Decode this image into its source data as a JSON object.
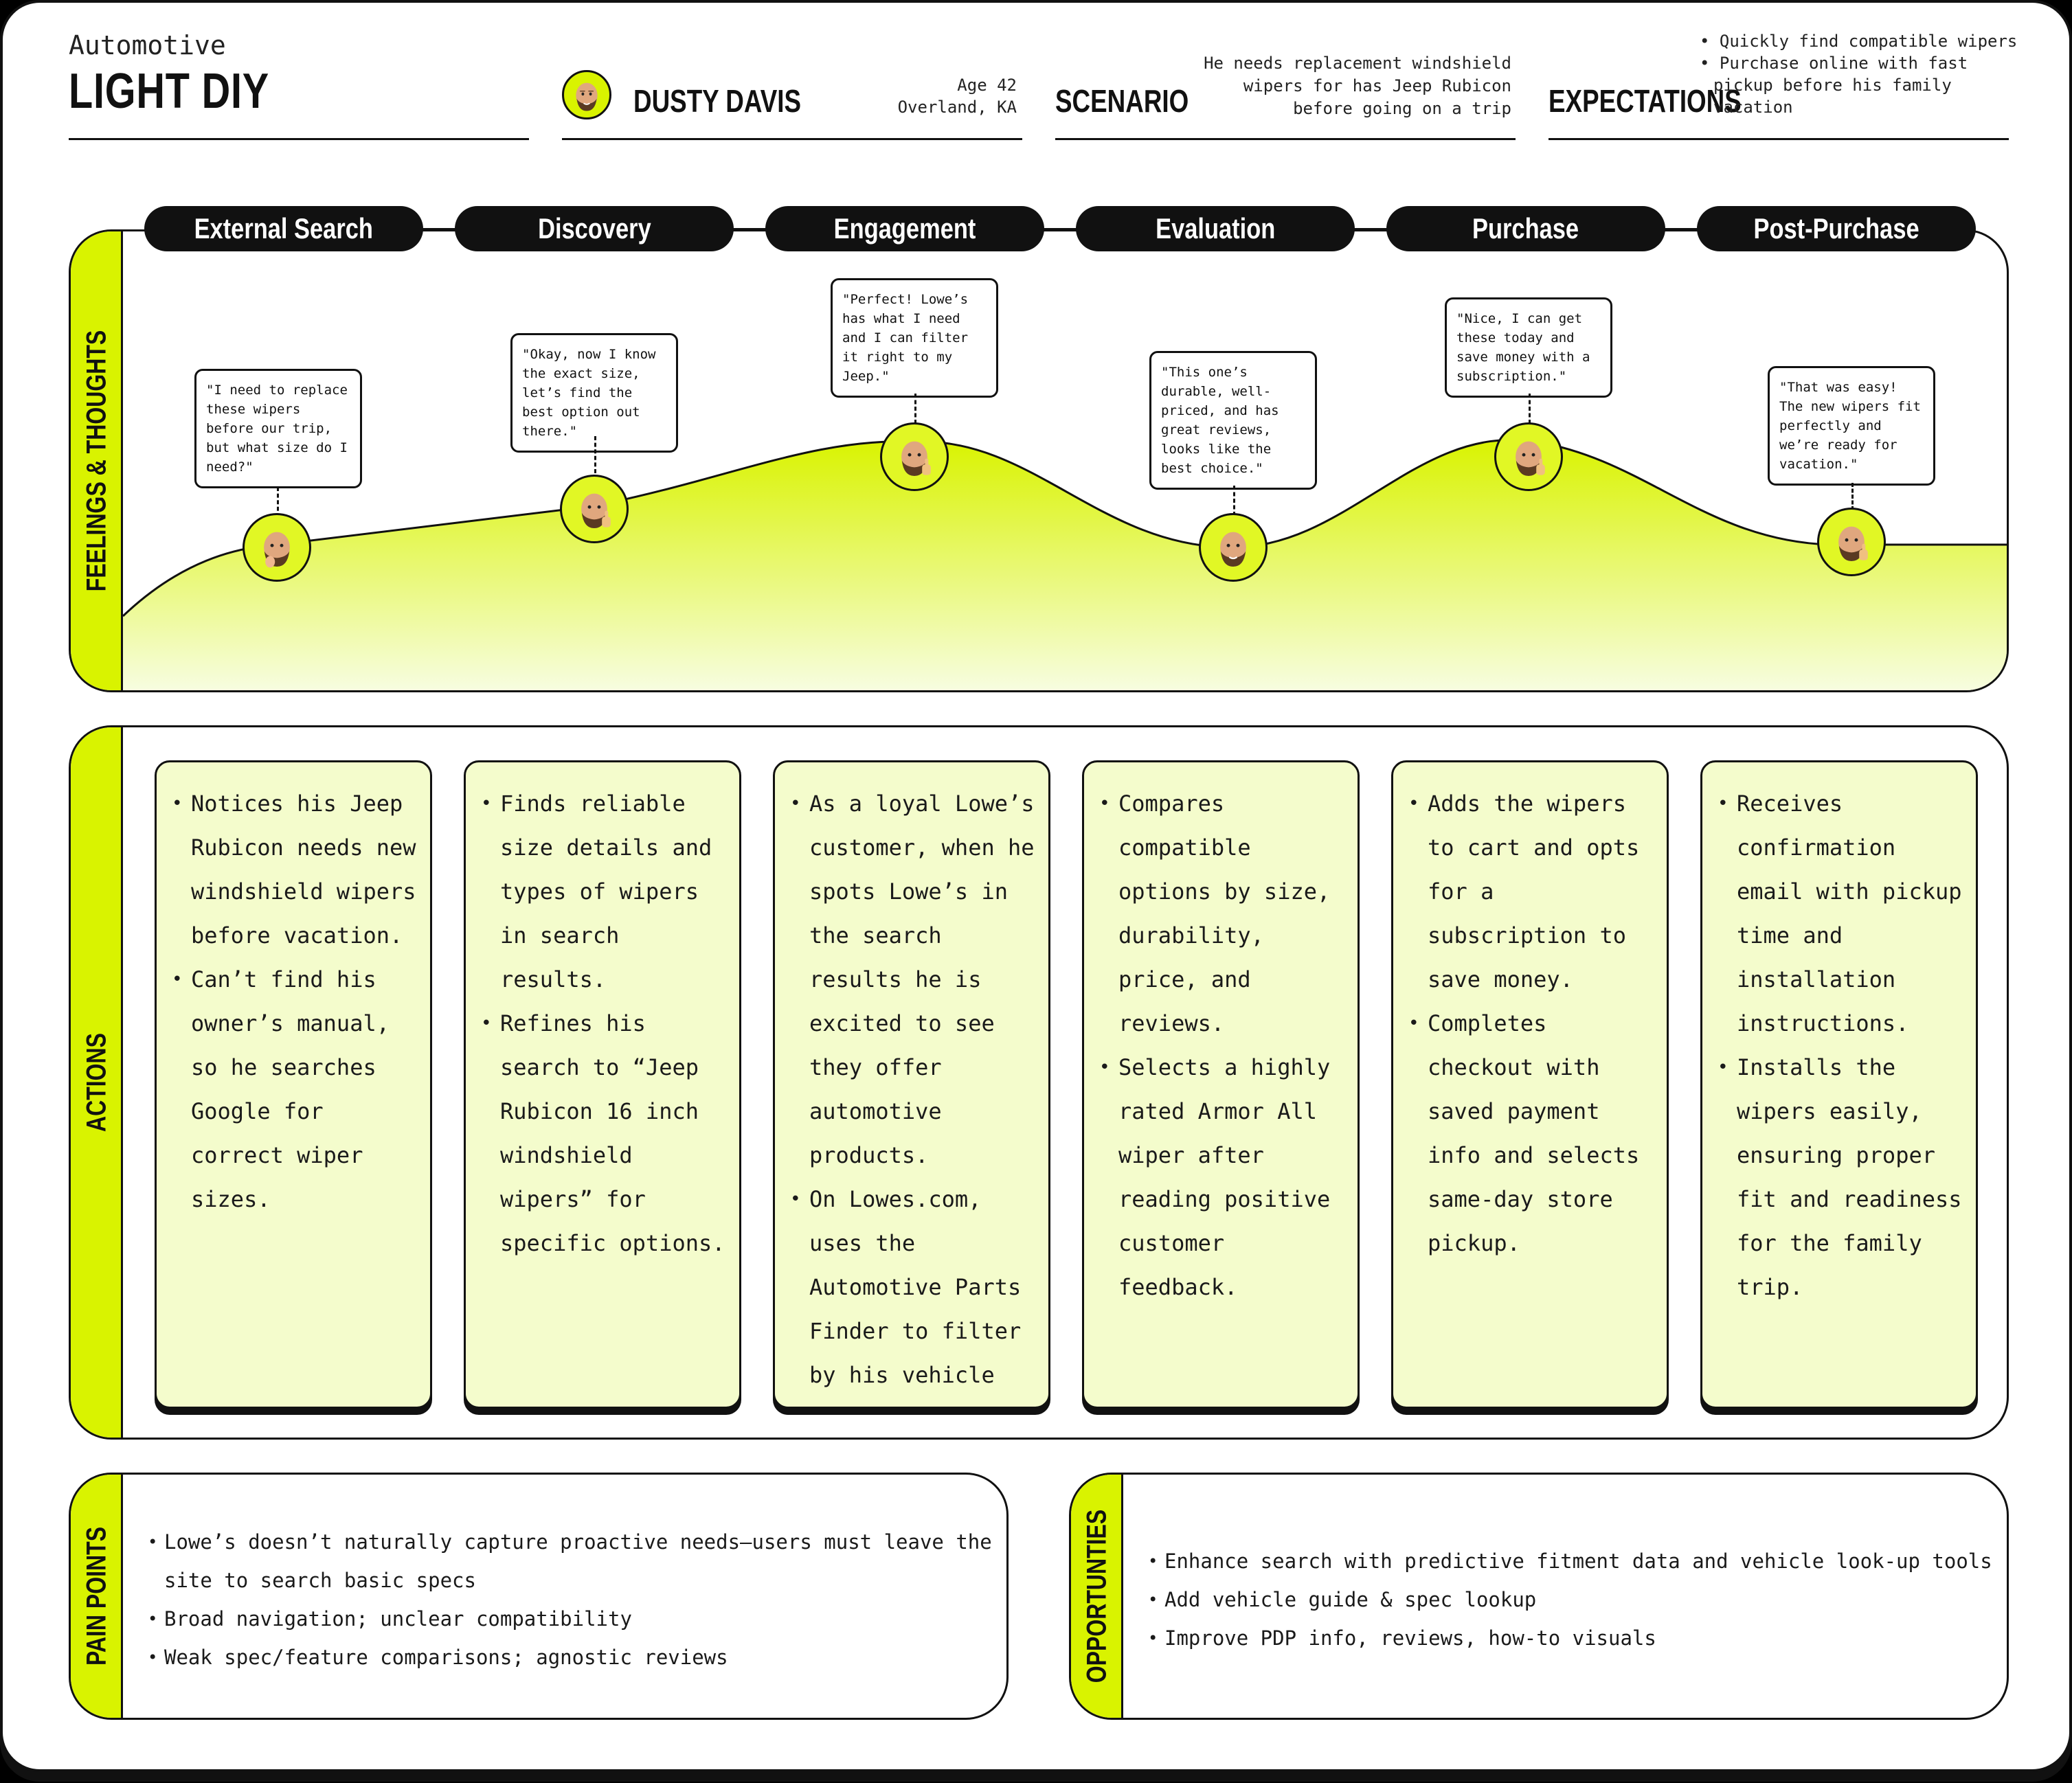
{
  "header": {
    "category": "Automotive",
    "persona_type": "LIGHT DIY",
    "persona_name": "DUSTY DAVIS",
    "age": "Age 42",
    "location": "Overland, KA",
    "scenario_title": "SCENARIO",
    "scenario_text": "He needs replacement windshield wipers for has Jeep Rubicon before going on a trip",
    "expectations_title": "EXPECTATIONS",
    "expectations": [
      "Quickly find compatible wipers",
      "Purchase online with fast pickup before his family vacation"
    ]
  },
  "stages": [
    "External Search",
    "Discovery",
    "Engagement",
    "Evaluation",
    "Purchase",
    "Post-Purchase"
  ],
  "feelings": {
    "label": "FEELINGS & THOUGHTS",
    "quotes": [
      "\"I need to replace these wipers before our trip, but what size do I need?\"",
      "\"Okay, now I know the exact size, let’s find the best option out there.\"",
      "\"Perfect! Lowe’s has what I need and I can filter it right to my Jeep.\"",
      "\"This one’s durable, well-priced, and has great reviews, looks like the best choice.\"",
      "\"Nice, I can get these today and save money with a subscription.\"",
      "\"That was easy! The new wipers fit perfectly and we’re ready for vacation.\""
    ],
    "faces": [
      "thinking",
      "thumbs-up",
      "thumbs-up",
      "smiling",
      "thumbs-up",
      "thumbs-up"
    ]
  },
  "actions": {
    "label": "ACTIONS",
    "cards": [
      [
        "Notices his Jeep Rubicon needs new windshield wipers before vacation.",
        "Can’t find his owner’s manual, so he searches Google for correct wiper sizes."
      ],
      [
        "Finds reliable size details and types of wipers in search results.",
        "Refines his search to “Jeep Rubicon 16 inch windshield wipers” for specific options."
      ],
      [
        "As a loyal Lowe’s customer, when he spots Lowe’s in the search results he is excited to see they offer automotive products.",
        "On Lowes.com, uses the Automotive Parts Finder to filter by his vehicle"
      ],
      [
        "Compares compatible options by size, durability, price, and reviews.",
        "Selects a highly rated Armor All wiper after reading positive customer feedback."
      ],
      [
        "Adds the wipers to cart and opts for a subscription to save money.",
        "Completes checkout with saved payment info and selects same-day store pickup."
      ],
      [
        "Receives confirmation email with pickup time and installation instructions.",
        "Installs the wipers easily, ensuring proper fit and readiness for the family trip."
      ]
    ]
  },
  "pain_points": {
    "label": "PAIN POINTS",
    "items": [
      "Lowe’s doesn’t naturally capture proactive needs—users must leave the site to search basic specs",
      "Broad navigation; unclear compatibility",
      "Weak spec/feature comparisons; agnostic reviews"
    ]
  },
  "opportunities": {
    "label": "OPPORTUNTIES",
    "items": [
      "Enhance search with predictive fitment data and vehicle look-up tools",
      "Add vehicle guide & spec lookup",
      "Improve PDP info, reviews, how-to visuals"
    ]
  },
  "colors": {
    "accent": "#d9f300",
    "card": "#f4fccc",
    "ink": "#111111"
  }
}
